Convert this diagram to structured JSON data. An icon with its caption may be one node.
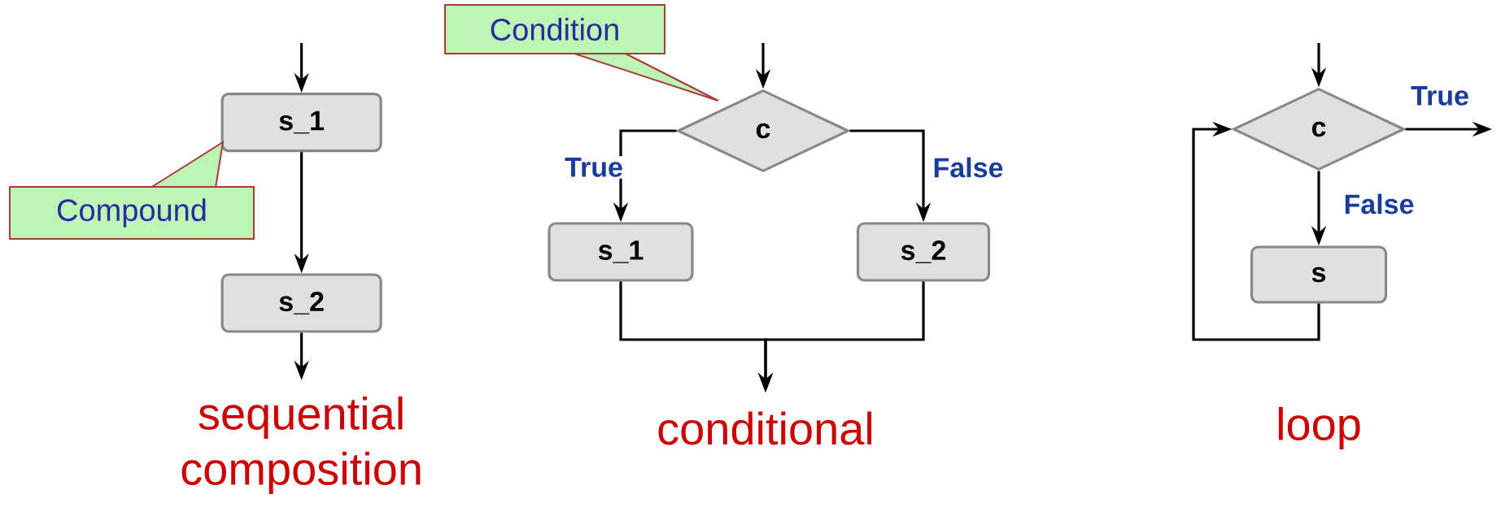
{
  "diagram": {
    "nodes": [
      {
        "text": [
          "s_1"
        ]
      },
      {
        "text": [
          "s_2"
        ]
      },
      {
        "text": [
          "Compound"
        ]
      },
      {
        "text": [
          "Condition"
        ]
      },
      {
        "text": [
          "c"
        ]
      },
      {
        "text": [
          "s_1"
        ]
      },
      {
        "text": [
          "s_2"
        ]
      },
      {
        "text": [
          "c"
        ]
      },
      {
        "text": [
          "s"
        ]
      }
    ],
    "edges": [
      {
        "from": null,
        "to": 0,
        "arrow": "to"
      },
      {
        "from": 0,
        "to": 1,
        "arrow": "to"
      },
      {
        "from": 1,
        "to": null,
        "arrow": "to"
      },
      {
        "from": null,
        "to": 4,
        "arrow": "to"
      },
      {
        "from": 4,
        "to": 5,
        "arrow": "to",
        "label": "True"
      },
      {
        "from": 4,
        "to": 6,
        "arrow": "to",
        "label": "False"
      },
      {
        "from": 5,
        "to": null,
        "arrow": "to"
      },
      {
        "from": 6,
        "to": null,
        "arrow": "to"
      },
      {
        "from": null,
        "to": 7,
        "arrow": "to"
      },
      {
        "from": 7,
        "to": null,
        "arrow": "to",
        "label": "True"
      },
      {
        "from": 7,
        "to": 8,
        "arrow": "to",
        "label": "False"
      },
      {
        "from": 8,
        "to": 7,
        "arrow": "to"
      }
    ],
    "labels": [
      "sequential composition",
      "conditional",
      "loop"
    ]
  }
}
